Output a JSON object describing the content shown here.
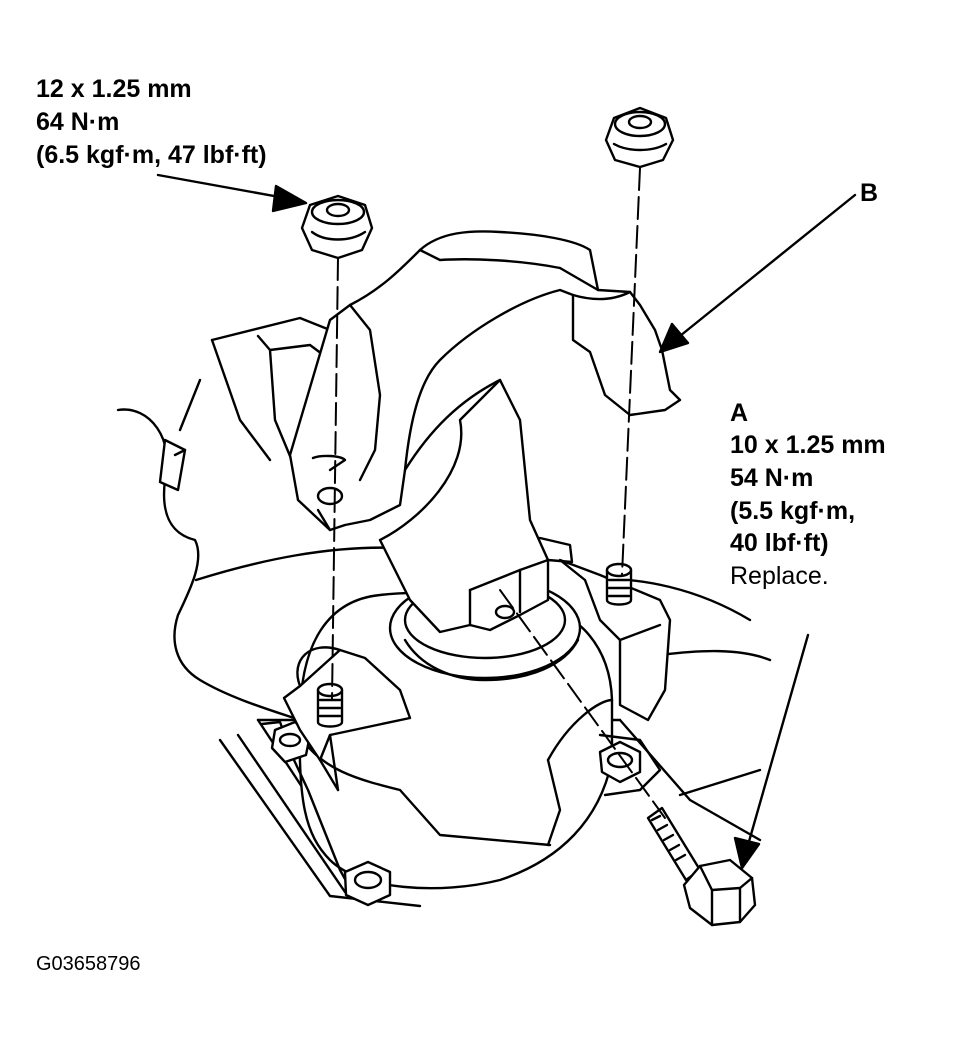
{
  "callouts": {
    "top_nut": {
      "size": "12 x 1.25 mm",
      "torque_nm": "64 N·m",
      "torque_alt": "(6.5 kgf·m, 47 lbf·ft)"
    },
    "bracket": {
      "letter": "B"
    },
    "bolt": {
      "letter": "A",
      "size": "10 x 1.25 mm",
      "torque_nm": "54 N·m",
      "torque_alt_line1": "(5.5 kgf·m,",
      "torque_alt_line2": "40 lbf·ft)",
      "note": "Replace."
    }
  },
  "figure_code": "G03658796",
  "colors": {
    "ink": "#000000",
    "paper": "#ffffff"
  }
}
